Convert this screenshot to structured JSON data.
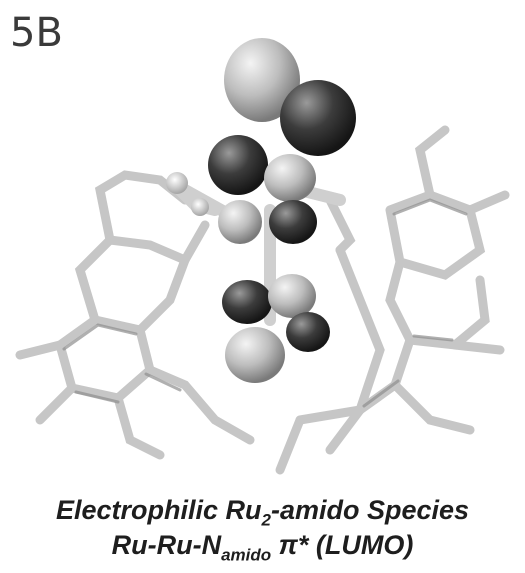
{
  "figure": {
    "label": "5B"
  },
  "caption": {
    "line1_pre": "Electrophilic Ru",
    "line1_sub": "2",
    "line1_post": "-amido Species",
    "line2_pre": "Ru-Ru-N",
    "line2_sub": "amido",
    "line2_post": " π* (LUMO)"
  },
  "colors": {
    "stick": "#c9c9c9",
    "lobe_light": "#b5b5b5",
    "lobe_dark": "#333333",
    "text": "#1e1e1e"
  }
}
